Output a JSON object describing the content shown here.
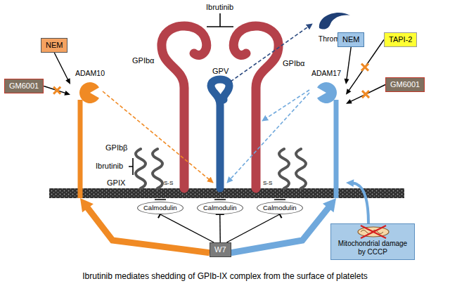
{
  "diagram": {
    "caption": "Ibrutinib mediates shedding of GPIb-IX complex from the surface of platelets",
    "nodes": [
      {
        "text": [
          "NEM"
        ]
      },
      {
        "text": [
          "GM6001"
        ]
      },
      {
        "text": [
          "ADAM10"
        ]
      },
      {
        "text": [
          "Thrombin"
        ]
      },
      {
        "text": [
          "NEM"
        ]
      },
      {
        "text": [
          "TAPI-2"
        ]
      },
      {
        "text": [
          "GM6001"
        ]
      },
      {
        "text": [
          "ADAM17"
        ]
      },
      {
        "text": [
          "Calmodulin"
        ]
      },
      {
        "text": [
          "Calmodulin"
        ]
      },
      {
        "text": [
          "Calmodulin"
        ]
      },
      {
        "text": [
          "W7"
        ]
      },
      {
        "text": [
          "Mitochondrial damage by CCCP"
        ]
      }
    ],
    "edges": [
      {
        "from": 0,
        "to": 2,
        "arrow": "to"
      },
      {
        "from": 1,
        "to": 2,
        "arrow": "to"
      },
      {
        "from": 4,
        "to": 7,
        "arrow": "to"
      },
      {
        "from": 5,
        "to": 7,
        "arrow": "to"
      },
      {
        "from": 6,
        "to": 7,
        "arrow": "to"
      },
      {
        "from": 11,
        "to": 2,
        "arrow": "to"
      },
      {
        "from": 11,
        "to": 7,
        "arrow": "to"
      },
      {
        "from": 11,
        "to": 8,
        "arrow": "to"
      },
      {
        "from": 11,
        "to": 9,
        "arrow": "to"
      },
      {
        "from": 11,
        "to": 10,
        "arrow": "to"
      },
      {
        "from": 12,
        "to": 7,
        "arrow": "to"
      }
    ],
    "labels": [
      "Ibrutinib",
      "GPIbα",
      "GPIbα",
      "GPV",
      "GPIbβ",
      "Ibrutinib",
      "GPIX",
      "S-S",
      "S-S"
    ]
  }
}
